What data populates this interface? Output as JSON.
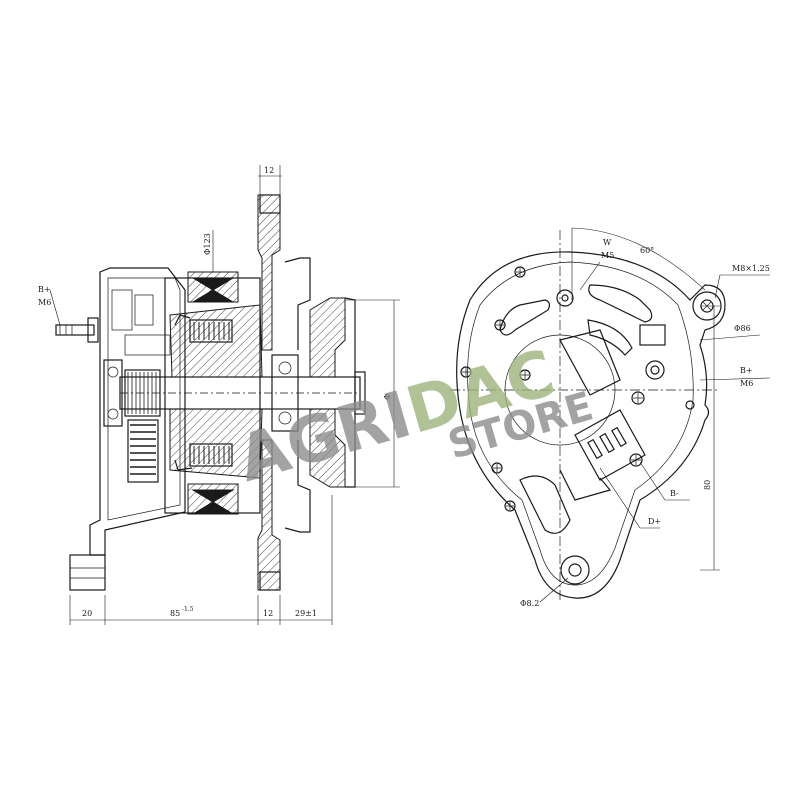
{
  "dimensions_side": {
    "top_width": "12",
    "diameter_flange": "Φ123",
    "terminal_label": "B+",
    "terminal_thread": "M6",
    "pulley_diameter": "Φ",
    "bottom_left": "20",
    "bottom_mid": "85",
    "bottom_mid_tol": "-1.5",
    "bottom_flange": "12",
    "bottom_pulley": "29±1"
  },
  "dimensions_end": {
    "angle": "60°",
    "top_label_1": "W",
    "top_label_2": "M5",
    "mount_thread": "M8×1.25",
    "mount_diameter": "Φ86",
    "right_b_plus": "B+",
    "right_m6": "M6",
    "height_80": "80",
    "b_minus": "B-",
    "d_plus": "D+",
    "hole_diameter": "Φ8.2"
  },
  "watermark": {
    "line1": "AGRIDAC",
    "line2": "STORE",
    "color_main": "#8a8a8a",
    "color_accent": "#9db27a"
  }
}
